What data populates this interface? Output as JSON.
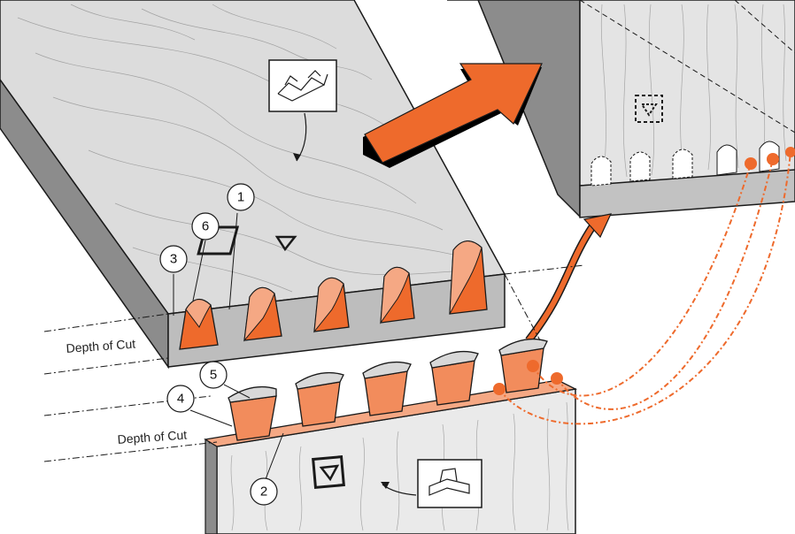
{
  "labels": {
    "depth_of_cut_upper": "Depth of Cut",
    "depth_of_cut_lower": "Depth of Cut"
  },
  "callouts": [
    "1",
    "2",
    "3",
    "4",
    "5",
    "6"
  ],
  "colors": {
    "accent_orange": "#ee6a2c",
    "light_orange": "#f5a884",
    "wood_face": "#dcdcdc",
    "end_grain": "#bdbdbd",
    "dark_edge": "#8c8c8c",
    "outline": "#1a1a1a"
  },
  "icons": [
    "tail-board-icon",
    "pin-board-icon",
    "face-mark-triangle-icon"
  ]
}
